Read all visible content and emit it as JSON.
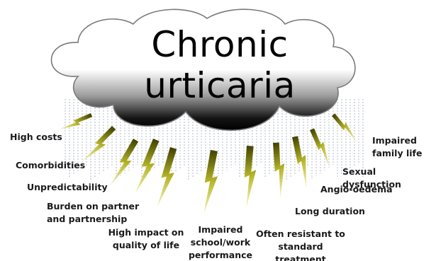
{
  "title": {
    "line1": "Chronic",
    "line2": "urticaria"
  },
  "burdens": [
    {
      "id": "high-costs",
      "text": "High costs"
    },
    {
      "id": "comorbidities",
      "text": "Comorbidities"
    },
    {
      "id": "unpredictability",
      "text": "Unpredictability"
    },
    {
      "id": "burden-partner",
      "text": "Burden on partner\nand partnership"
    },
    {
      "id": "quality-of-life",
      "text": "High impact on\nquality of life"
    },
    {
      "id": "school-work",
      "text": "Impaired\nschool/work\nperformance"
    },
    {
      "id": "treatment-resistant",
      "text": "Often resistant to\nstandard treatment"
    },
    {
      "id": "long-duration",
      "text": "Long duration"
    },
    {
      "id": "angio-oedema",
      "text": "Angio-oedema"
    },
    {
      "id": "sexual-dysfunction",
      "text": "Sexual dysfunction"
    },
    {
      "id": "family-life",
      "text": "Impaired\nfamily life"
    }
  ],
  "colors": {
    "cloud_light": "#ffffff",
    "cloud_dark": "#000000",
    "rain": "#aab2c9",
    "bolt_light": "#f7f7c4",
    "bolt_dark": "#3f3f00"
  },
  "icons": {
    "cloud": "storm-cloud",
    "bolt": "lightning-bolt",
    "rain": "rain-lines"
  }
}
